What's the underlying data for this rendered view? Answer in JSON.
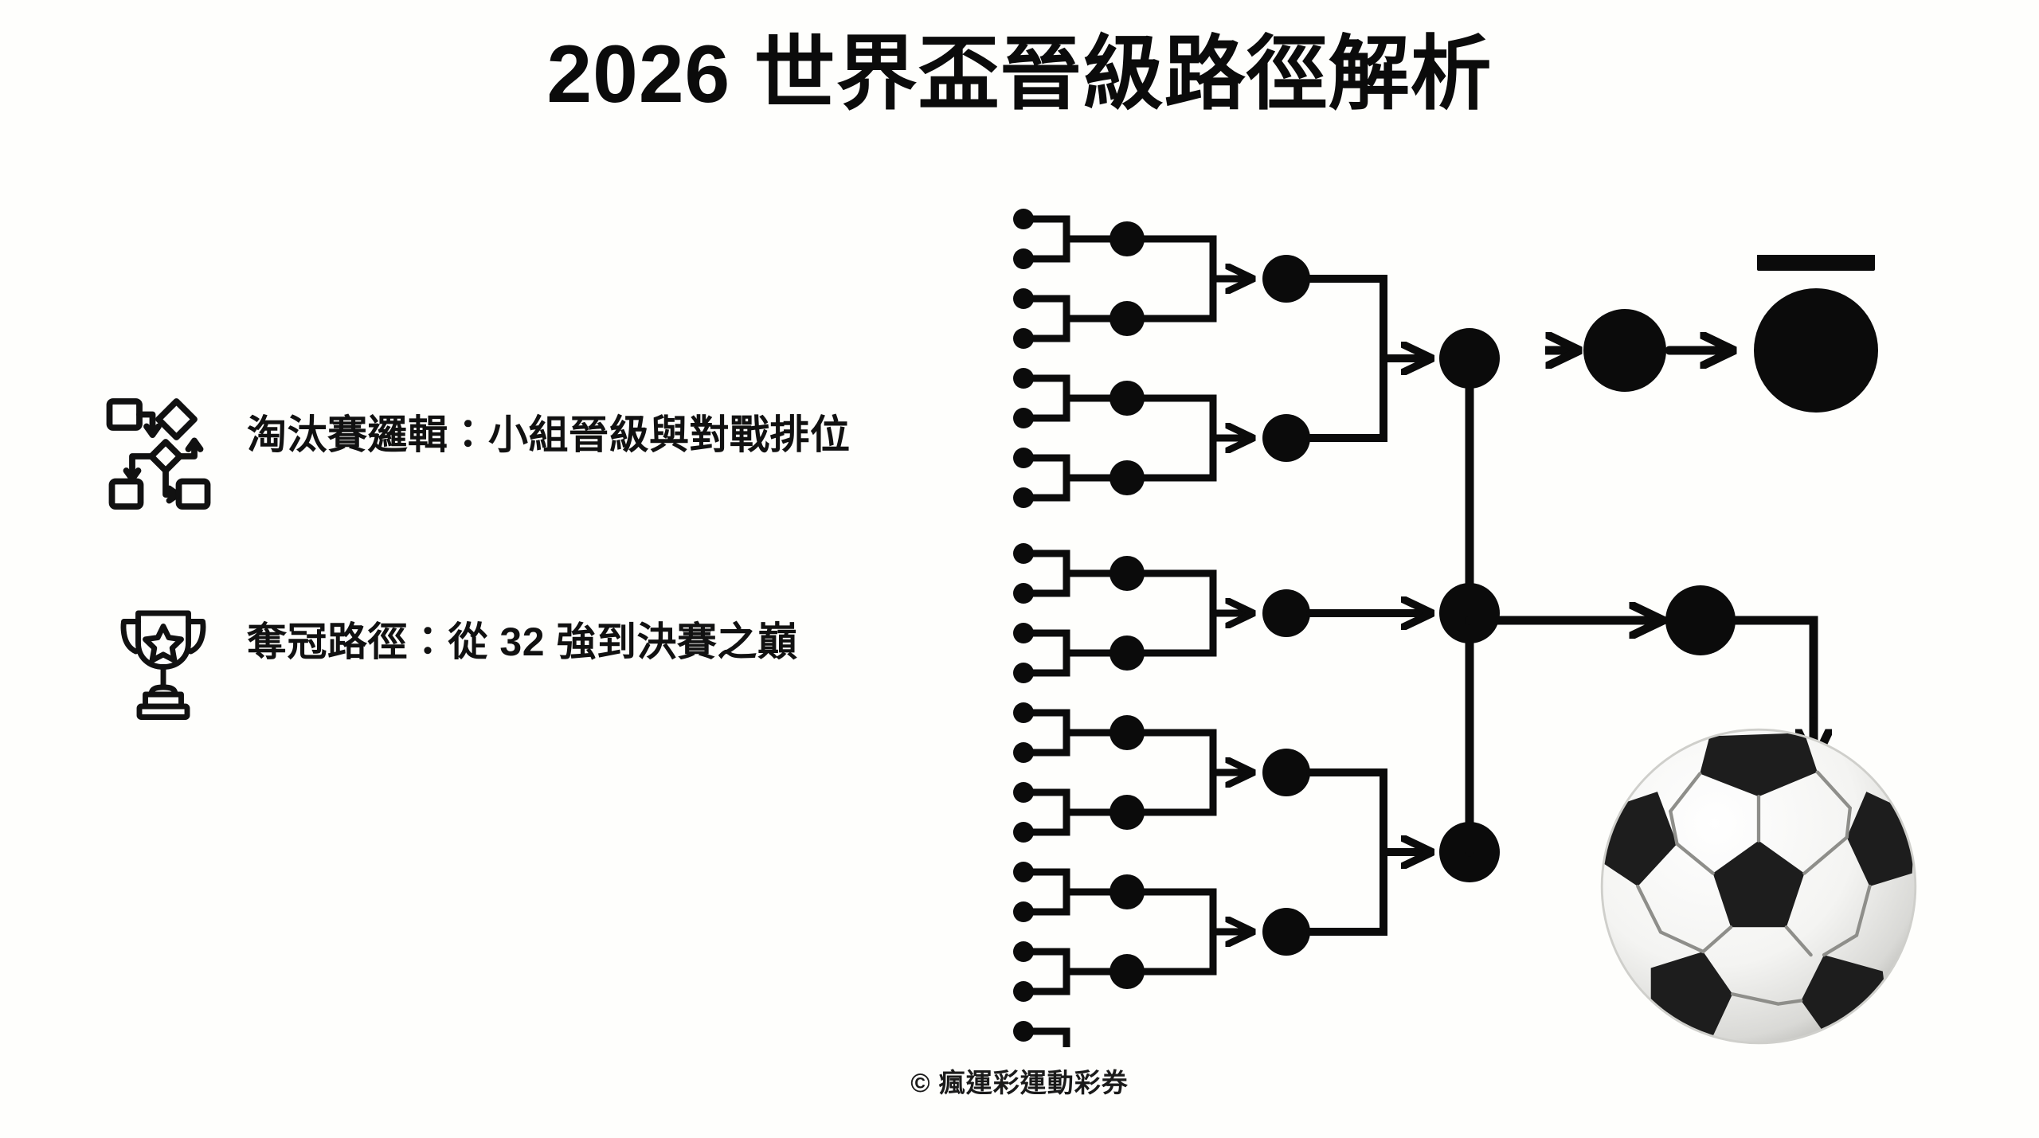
{
  "page": {
    "background_color": "#fefefc",
    "ink_color": "#0b0b0b"
  },
  "header": {
    "title": "2026 世界盃晉級路徑解析"
  },
  "bullets": {
    "items": [
      {
        "icon": "flowchart-icon",
        "text": "淘汰賽邏輯：小組晉級與對戰排位"
      },
      {
        "icon": "trophy-icon",
        "text": "奪冠路徑：從 32 強到決賽之巔"
      }
    ]
  },
  "bracket": {
    "label": "knockout-bracket-diagram",
    "rounds": [
      {
        "name": "round-of-32",
        "slots": 32,
        "node_radius": 13
      },
      {
        "name": "round-of-16",
        "slots": 16,
        "node_radius": 20
      },
      {
        "name": "quarter-finals",
        "slots": 8,
        "node_radius": 26
      },
      {
        "name": "semi-finals",
        "slots": 4,
        "node_radius": 33
      },
      {
        "name": "final",
        "slots": 2,
        "node_radius": 40
      },
      {
        "name": "runner-up-node",
        "slots": 1,
        "node_radius": 40
      },
      {
        "name": "champion",
        "slots": 1,
        "node_radius": 58
      }
    ],
    "champion_icon": "crown-icon"
  },
  "decor": {
    "ball": "soccer-ball-image"
  },
  "footer": {
    "copyright": "© 瘋運彩運動彩券"
  }
}
